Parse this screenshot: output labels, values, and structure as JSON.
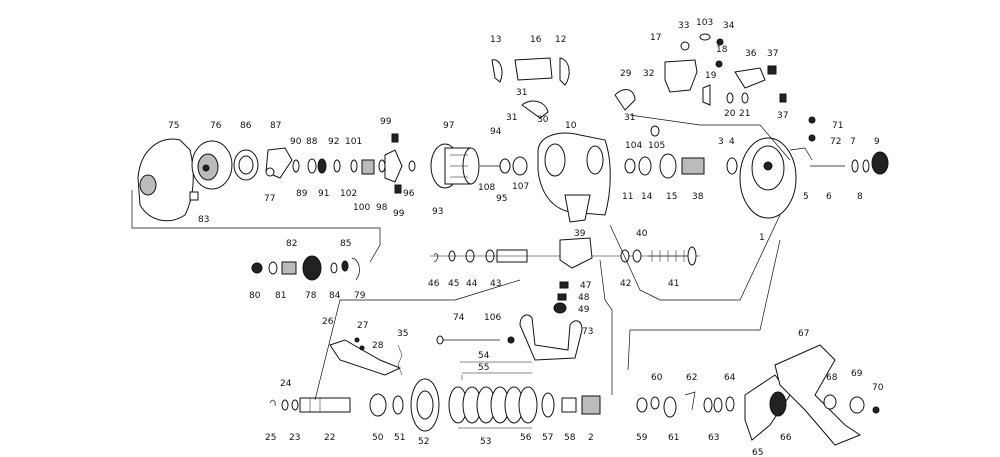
{
  "diagram": {
    "type": "exploded-parts-diagram",
    "labels": {
      "p1": "1",
      "p2": "2",
      "p3": "3",
      "p4": "4",
      "p5": "5",
      "p6": "6",
      "p7": "7",
      "p8": "8",
      "p9": "9",
      "p10": "10",
      "p11": "11",
      "p12": "12",
      "p13": "13",
      "p14": "14",
      "p15": "15",
      "p16": "16",
      "p17": "17",
      "p18": "18",
      "p19": "19",
      "p20": "20",
      "p21": "21",
      "p22": "22",
      "p23": "23",
      "p24": "24",
      "p25": "25",
      "p26": "26",
      "p27": "27",
      "p28": "28",
      "p29": "29",
      "p30": "30",
      "p31a": "31",
      "p31b": "31",
      "p31c": "31",
      "p32": "32",
      "p33": "33",
      "p34": "34",
      "p35": "35",
      "p36": "36",
      "p37a": "37",
      "p37b": "37",
      "p38": "38",
      "p39": "39",
      "p40": "40",
      "p41": "41",
      "p42": "42",
      "p43": "43",
      "p44": "44",
      "p45": "45",
      "p46": "46",
      "p47": "47",
      "p48": "48",
      "p49": "49",
      "p50": "50",
      "p51": "51",
      "p52": "52",
      "p53": "53",
      "p54": "54",
      "p55": "55",
      "p56": "56",
      "p57": "57",
      "p58": "58",
      "p59": "59",
      "p60": "60",
      "p61": "61",
      "p62": "62",
      "p63": "63",
      "p64": "64",
      "p65": "65",
      "p66": "66",
      "p67": "67",
      "p68": "68",
      "p69": "69",
      "p70": "70",
      "p71": "71",
      "p72": "72",
      "p73": "73",
      "p74": "74",
      "p75": "75",
      "p76": "76",
      "p77": "77",
      "p78": "78",
      "p79": "79",
      "p80": "80",
      "p81": "81",
      "p82": "82",
      "p83": "83",
      "p84": "84",
      "p85": "85",
      "p86": "86",
      "p87": "87",
      "p88": "88",
      "p89": "89",
      "p90": "90",
      "p91": "91",
      "p92": "92",
      "p93": "93",
      "p94": "94",
      "p95": "95",
      "p96": "96",
      "p97": "97",
      "p98": "98",
      "p99a": "99",
      "p99b": "99",
      "p100": "100",
      "p101": "101",
      "p102": "102",
      "p103": "103",
      "p104": "104",
      "p105": "105",
      "p106": "106",
      "p107": "107",
      "p108": "108"
    }
  }
}
